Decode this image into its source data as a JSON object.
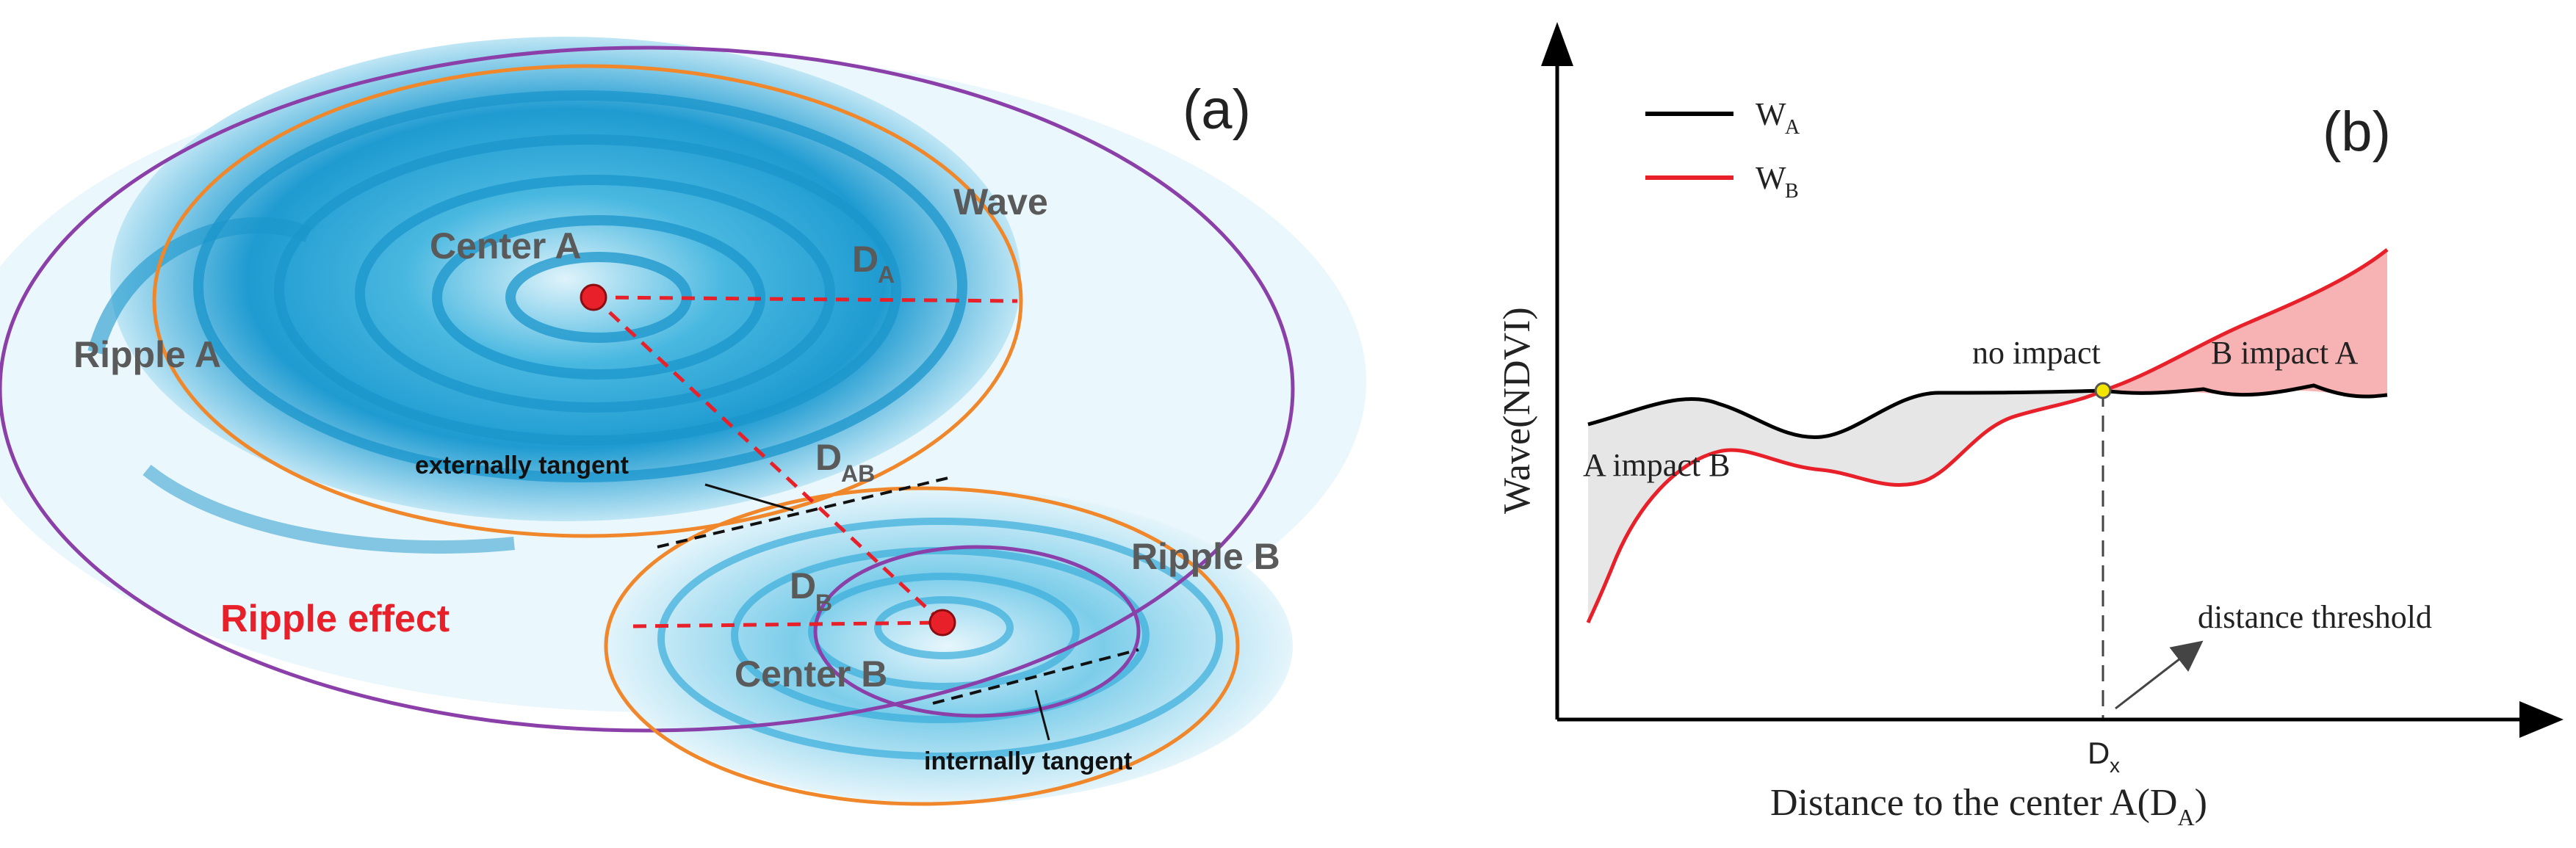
{
  "panel_a": {
    "panel_label": "(a)",
    "labels": {
      "wave": "Wave",
      "center_a": "Center A",
      "center_b": "Center B",
      "ripple_a": "Ripple A",
      "ripple_b": "Ripple B",
      "ripple_effect": "Ripple effect",
      "d_a_main": "D",
      "d_a_sub": "A",
      "d_ab_main": "D",
      "d_ab_sub": "AB",
      "d_b_main": "D",
      "d_b_sub": "B",
      "externally_tangent": "externally tangent",
      "internally_tangent": "internally tangent"
    },
    "colors": {
      "outer_ellipse": "#8b3fa8",
      "orange_ellipse": "#f0872a",
      "center_dot": "#e8202a",
      "dashed_line": "#e8202a",
      "water": "#2aa7d6",
      "label_gray": "#5a5a5a",
      "ripple_effect_text": "#e8202a"
    }
  },
  "panel_b": {
    "panel_label": "(b)",
    "y_axis_label": "Wave(NDVI)",
    "x_axis_label_main": "Distance to the center A(D",
    "x_axis_label_sub": "A",
    "x_axis_label_end": ")",
    "legend": [
      {
        "main": "W",
        "sub": "A",
        "color": "#000000"
      },
      {
        "main": "W",
        "sub": "B",
        "color": "#e8202a"
      }
    ],
    "annotations": {
      "no_impact": "no impact",
      "b_impact_a": "B impact A",
      "a_impact_b": "A impact B",
      "distance_threshold": "distance threshold",
      "dx_main": "D",
      "dx_sub": "x"
    },
    "colors": {
      "fill_a_impact_b": "#e6e6e6",
      "fill_b_impact_a": "#f7b3b3",
      "marker": "#f2e600"
    }
  }
}
